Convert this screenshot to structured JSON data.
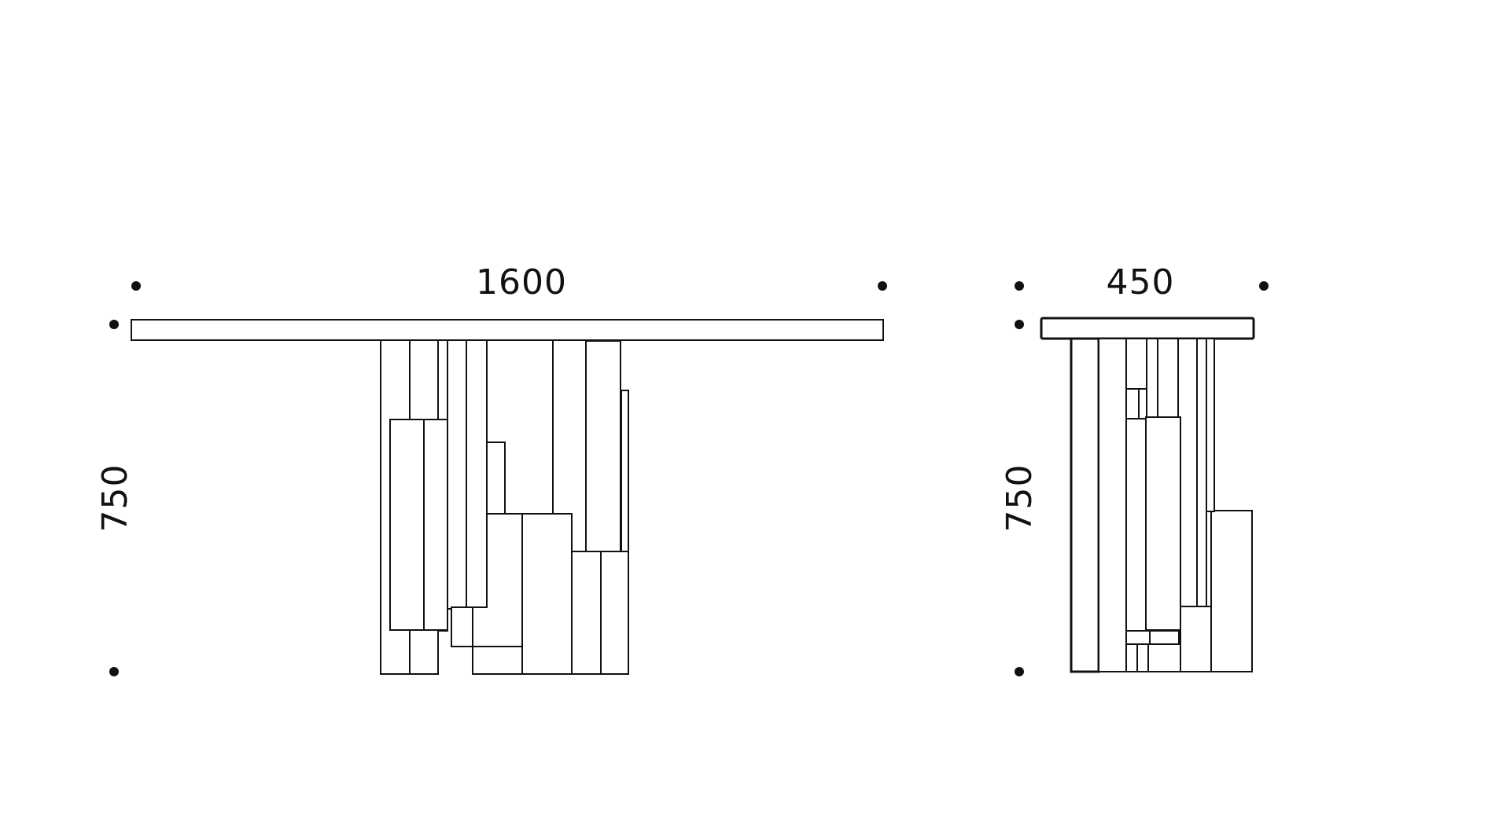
{
  "front_view": {
    "width_label": "1600",
    "height_label": "750"
  },
  "side_view": {
    "width_label": "450",
    "height_label": "750"
  },
  "colors": {
    "line": "#111111",
    "background": "#ffffff"
  }
}
